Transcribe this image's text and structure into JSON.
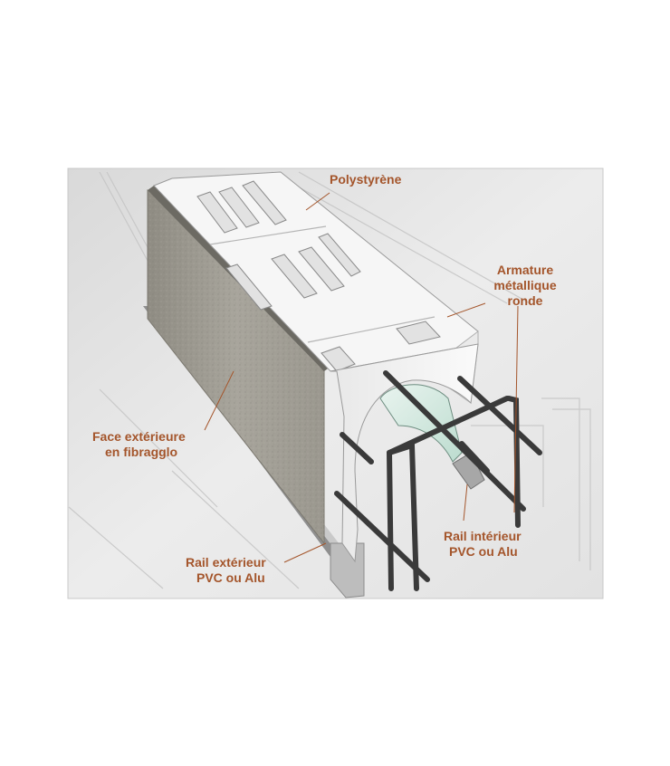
{
  "labels": {
    "polystyrene": "Polystyrène",
    "armature": [
      "Armature",
      "métallique",
      "ronde"
    ],
    "face_exterieure": [
      "Face extérieure",
      "en fibragglo"
    ],
    "rail_exterieur": [
      "Rail extérieur",
      "PVC ou Alu"
    ],
    "rail_interieur": [
      "Rail intérieur",
      "PVC ou Alu"
    ]
  },
  "colors": {
    "label_text": "#a4552b",
    "leader_line": "#a4552b",
    "panel_bg": "#e6e6e6",
    "concrete_face": "#9d9a90",
    "polystyrene": "#f4f4f4",
    "rebar": "#3a3a3a",
    "glass_tint": "#cfe6dc"
  }
}
